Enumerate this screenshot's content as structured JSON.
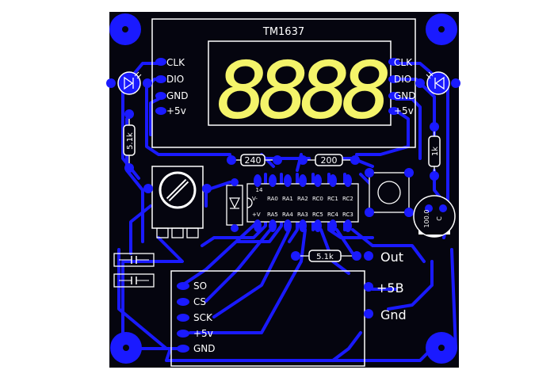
{
  "board": {
    "background_color": "#ffffff",
    "board_color": "#05050f",
    "copper_color": "#1a1aff",
    "silk_color": "#ffffff",
    "display_color": "#f4f46a"
  },
  "display": {
    "chip_label": "TM1637",
    "digits": "8888",
    "left_pins": [
      "CLK",
      "DIO",
      "GND",
      "+5v"
    ],
    "right_pins": [
      "CLK",
      "DIO",
      "GND",
      "+5v"
    ]
  },
  "components": {
    "r_240": "240",
    "r_200": "200",
    "r_left": "5.1k",
    "r_right": "1k",
    "r_bottom": "5.1k",
    "cap_value": "100.0",
    "cap_letter": "C"
  },
  "ic": {
    "pin_number": "14",
    "top_labels": [
      "V-",
      "RA0",
      "RA1",
      "RA2",
      "RC0",
      "RC1",
      "RC2"
    ],
    "bottom_labels": [
      "+V",
      "RA5",
      "RA4",
      "RA3",
      "RC5",
      "RC4",
      "RC3"
    ]
  },
  "sensor_connector": {
    "pins": [
      "SO",
      "CS",
      "SCK",
      "+5v",
      "GND"
    ]
  },
  "power": {
    "out_label": "Out",
    "plus_label": "+5B",
    "gnd_label": "Gnd"
  }
}
